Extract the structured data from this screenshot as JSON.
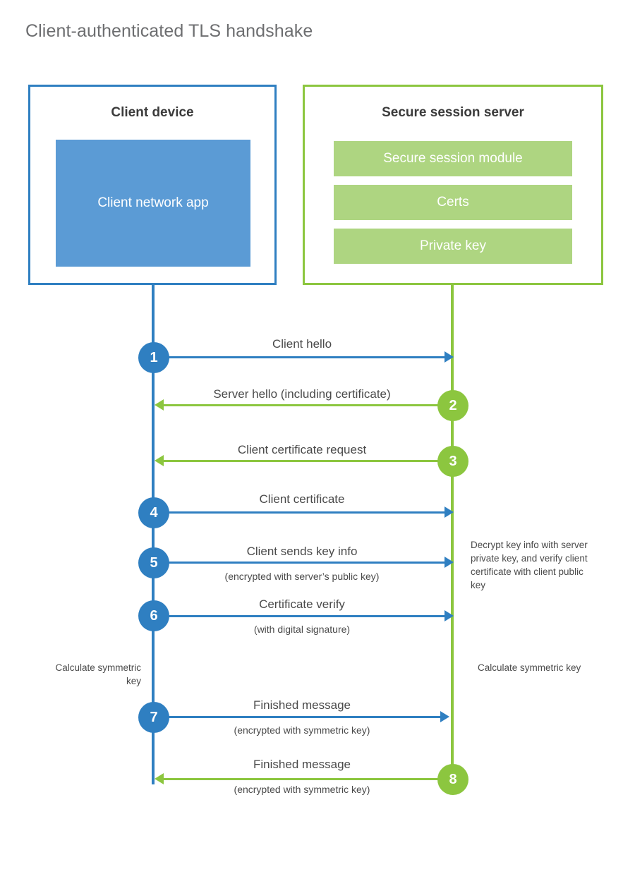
{
  "title": "Client-authenticated TLS handshake",
  "participants": {
    "client": {
      "title": "Client device",
      "app_label": "Client network app"
    },
    "server": {
      "title": "Secure session server",
      "components": [
        {
          "label": "Secure session module"
        },
        {
          "label": "Certs"
        },
        {
          "label": "Private key"
        }
      ]
    }
  },
  "colors": {
    "blue": "#2f7fc1",
    "blue_fill": "#5b9bd5",
    "green": "#8cc63f",
    "green_fill": "#aed581",
    "title_text": "#6d6e70",
    "body_text": "#4a4a4a"
  },
  "steps": [
    {
      "number": "1",
      "label": "Client hello",
      "sublabel": "",
      "direction": "client-to-server",
      "color": "blue"
    },
    {
      "number": "2",
      "label": "Server hello (including certificate)",
      "sublabel": "",
      "direction": "server-to-client",
      "color": "green"
    },
    {
      "number": "3",
      "label": "Client certificate request",
      "sublabel": "",
      "direction": "server-to-client",
      "color": "green"
    },
    {
      "number": "4",
      "label": "Client certificate",
      "sublabel": "",
      "direction": "client-to-server",
      "color": "blue"
    },
    {
      "number": "5",
      "label": "Client sends key info",
      "sublabel": "(encrypted with server’s public key)",
      "direction": "client-to-server",
      "color": "blue"
    },
    {
      "number": "6",
      "label": "Certificate verify",
      "sublabel": "(with digital signature)",
      "direction": "client-to-server",
      "color": "blue"
    },
    {
      "number": "7",
      "label": "Finished message",
      "sublabel": "(encrypted with symmetric key)",
      "direction": "client-to-server",
      "color": "blue"
    },
    {
      "number": "8",
      "label": "Finished message",
      "sublabel": "(encrypted with symmetric key)",
      "direction": "server-to-client",
      "color": "green"
    }
  ],
  "notes": {
    "server_decrypt": "Decrypt key info with server private key, and verify client certificate with client public key",
    "client_calculate": "Calculate symmetric key",
    "server_calculate": "Calculate symmetric key"
  }
}
